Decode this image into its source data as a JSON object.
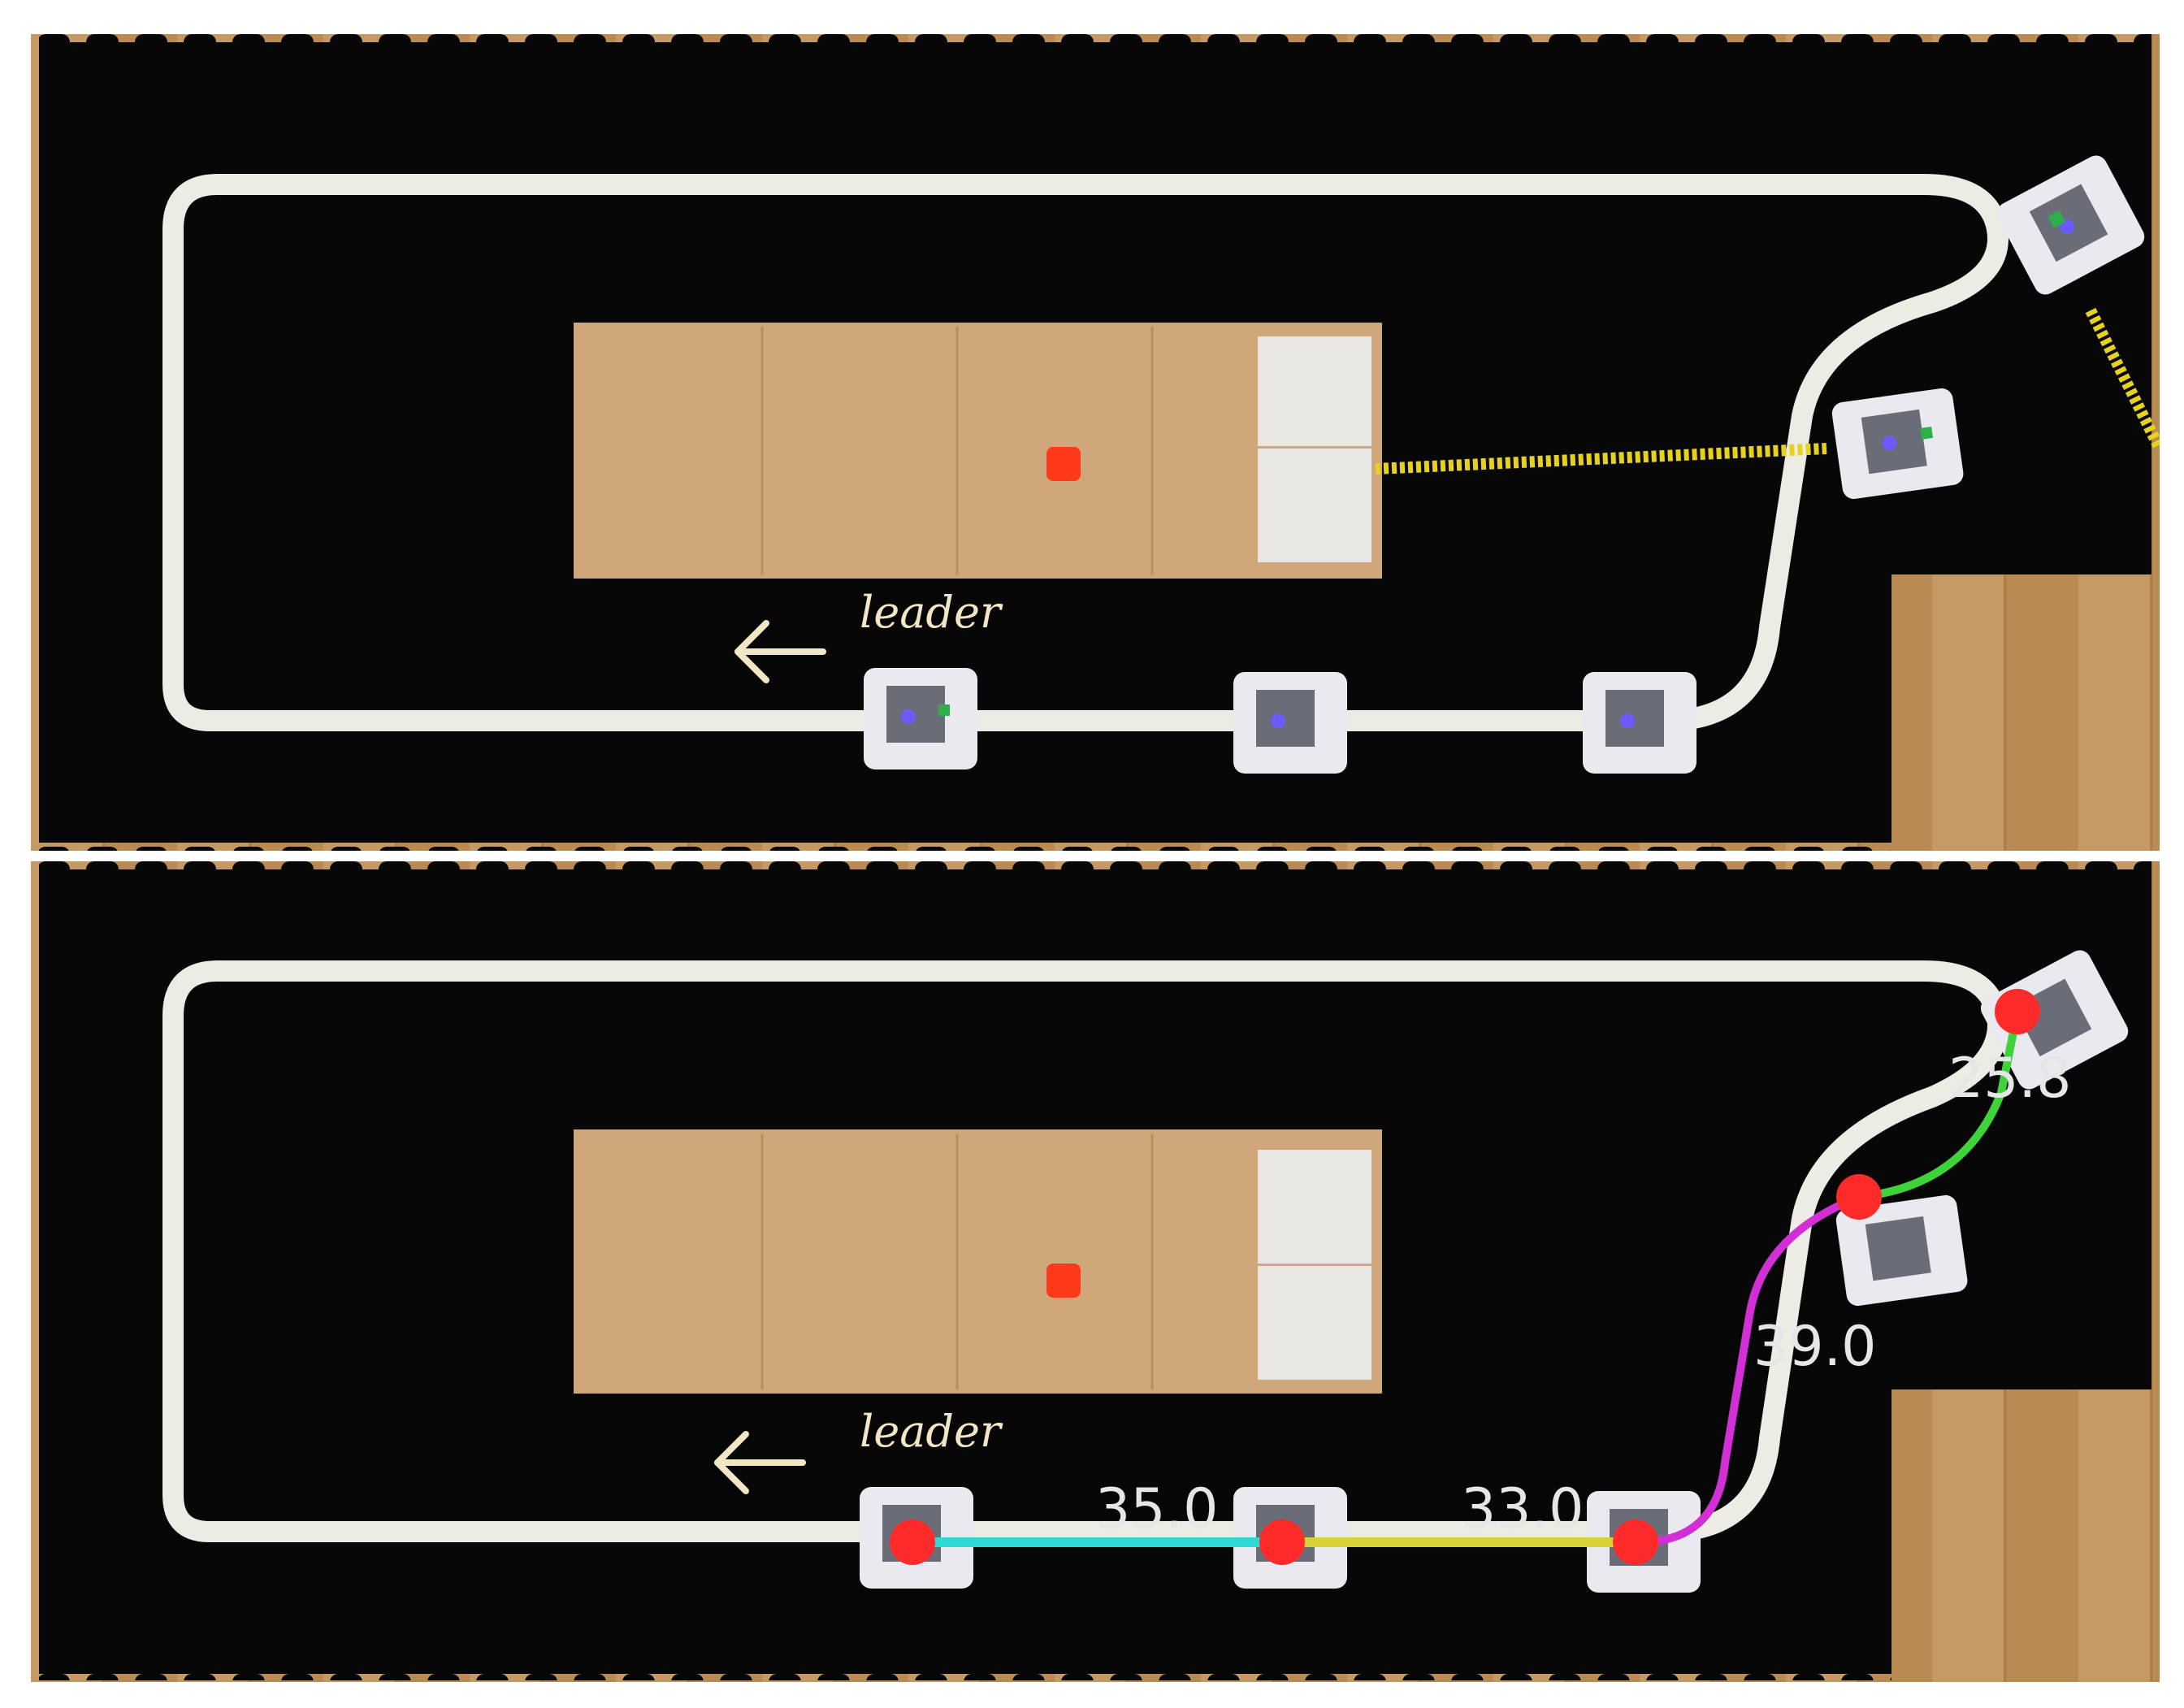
{
  "panels": [
    {
      "name": "top",
      "label_text": "leader"
    },
    {
      "name": "bottom",
      "label_text": "leader",
      "distances": [
        "35.0",
        "33.0",
        "39.0",
        "25.8"
      ]
    }
  ],
  "colors": {
    "floor_wood": "#b98a52",
    "mat_black": "#070707",
    "track_line": "#ecebe4",
    "center_mat": "#cfa77a",
    "boxes": "#e7e6e2",
    "laser_yellow": "#e6d21e",
    "link_cyan": "#2fd8d2",
    "link_yellow": "#d8d23a",
    "link_magenta": "#d22fd6",
    "link_green": "#3fd33a",
    "marker_red": "#ff2a2a",
    "leader_text": "#f3e6c4"
  }
}
